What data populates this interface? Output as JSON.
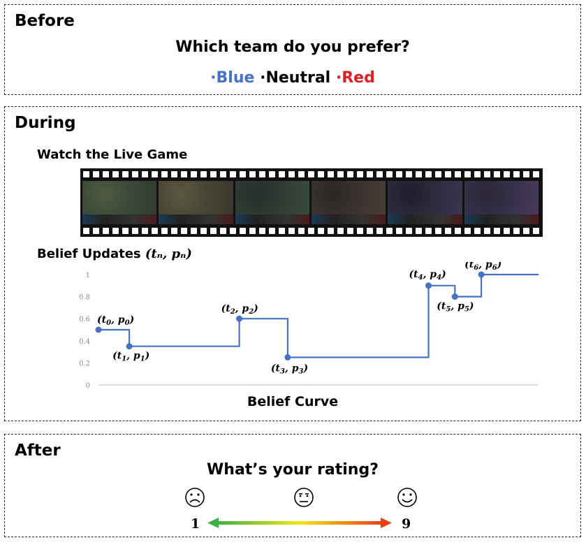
{
  "before": {
    "title": "Before",
    "question": "Which team do you prefer?",
    "options": [
      {
        "dot": "·",
        "label": "Blue",
        "color": "#4472C4"
      },
      {
        "dot": "·",
        "label": "Neutral",
        "color": "#000000"
      },
      {
        "dot": "·",
        "label": "Red",
        "color": "#E02020"
      }
    ]
  },
  "during": {
    "title": "During",
    "watch_label": "Watch the Live Game",
    "belief_label": "Belief Updates",
    "belief_label_math": "(tₙ, pₙ)",
    "curve_label": "Belief Curve",
    "frames": [
      "game-frame-1",
      "game-frame-2",
      "game-frame-3",
      "game-frame-4",
      "game-frame-5",
      "game-frame-6"
    ]
  },
  "chart_data": {
    "type": "line",
    "step": true,
    "ylim": [
      0,
      1
    ],
    "yticks": [
      "0",
      "0.2",
      "0.4",
      "0.6",
      "0.8",
      "1"
    ],
    "points": [
      {
        "label": "t0,p0",
        "x": 0,
        "y": 0.5
      },
      {
        "label": "t1,p1",
        "x": 0.07,
        "y": 0.35
      },
      {
        "label": "t2,p2",
        "x": 0.32,
        "y": 0.6
      },
      {
        "label": "t3,p3",
        "x": 0.43,
        "y": 0.25
      },
      {
        "label": "t4,p4",
        "x": 0.75,
        "y": 0.9
      },
      {
        "label": "t5,p5",
        "x": 0.81,
        "y": 0.8
      },
      {
        "label": "t6,p6",
        "x": 0.87,
        "y": 1.0
      }
    ],
    "x_end": 1.0,
    "xlabel": "Belief Curve",
    "line_color": "#4472C4"
  },
  "after": {
    "title": "After",
    "question": "What’s your rating?",
    "scale_min": "1",
    "scale_max": "9",
    "faces": [
      "sad-face-icon",
      "neutral-face-icon",
      "happy-face-icon"
    ]
  }
}
